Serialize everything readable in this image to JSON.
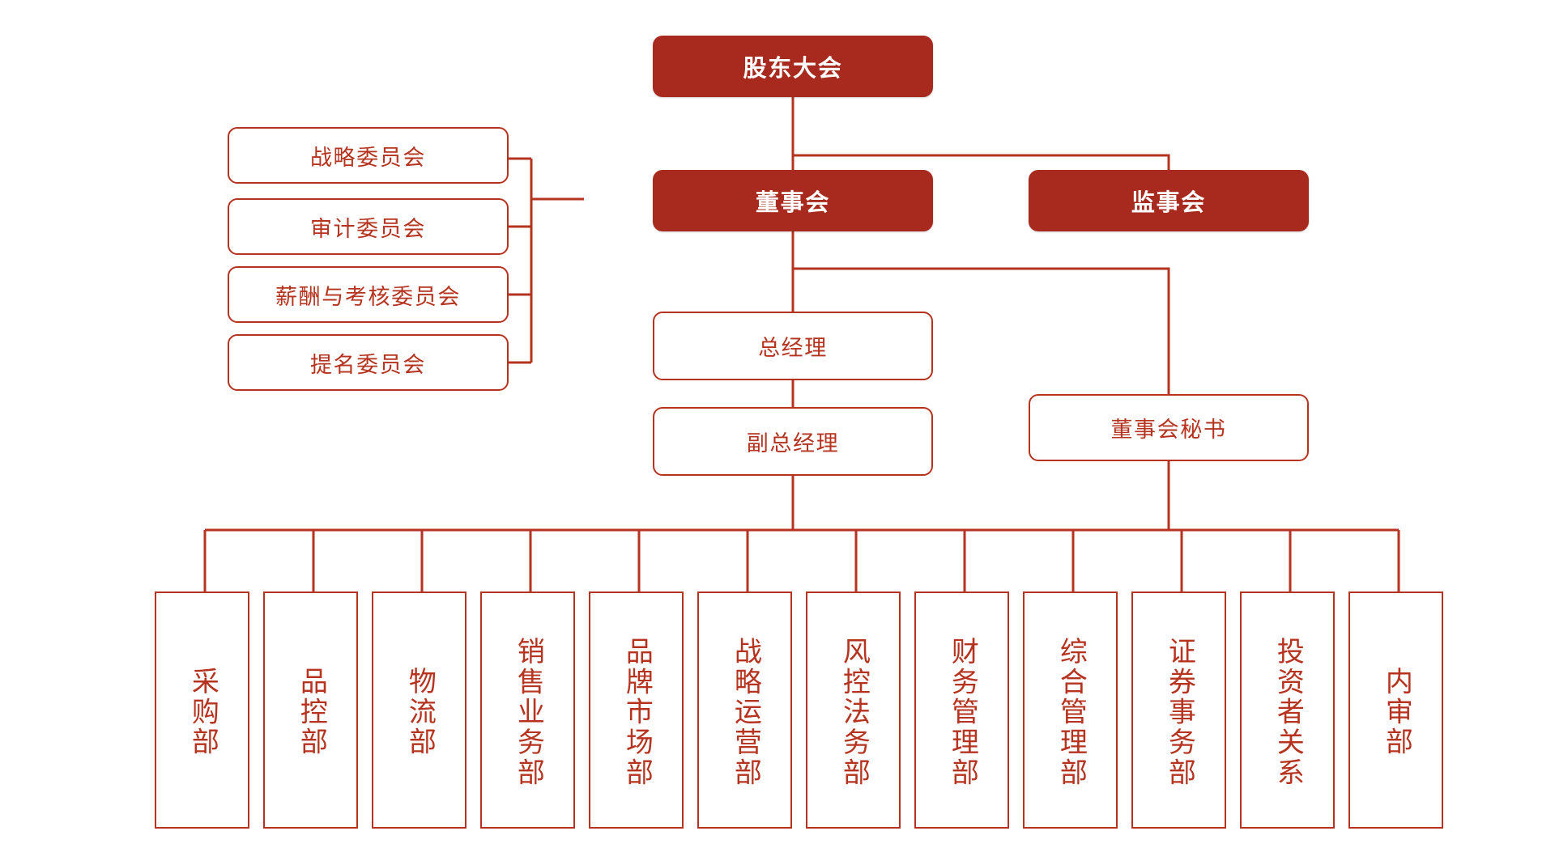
{
  "meta": {
    "title": "公司组织架构图",
    "colors": {
      "primary_fill": "#a82a1e",
      "line": "#b5331f",
      "text_on_fill": "#ffffff",
      "text_outline": "#b5331f",
      "background": "#ffffff"
    }
  },
  "nodes": {
    "shareholders_meeting": {
      "label": "股东大会",
      "style": "filled"
    },
    "board_of_directors": {
      "label": "董事会",
      "style": "filled"
    },
    "board_of_supervisors": {
      "label": "监事会",
      "style": "filled"
    },
    "general_manager": {
      "label": "总经理",
      "style": "outlined"
    },
    "deputy_general_manager": {
      "label": "副总经理",
      "style": "outlined"
    },
    "board_secretary": {
      "label": "董事会秘书",
      "style": "outlined"
    }
  },
  "committees": [
    {
      "label": "战略委员会"
    },
    {
      "label": "审计委员会"
    },
    {
      "label": "薪酬与考核委员会"
    },
    {
      "label": "提名委员会"
    }
  ],
  "departments": [
    {
      "label": "采购部"
    },
    {
      "label": "品控部"
    },
    {
      "label": "物流部"
    },
    {
      "label": "销售业务部"
    },
    {
      "label": "品牌市场部"
    },
    {
      "label": "战略运营部"
    },
    {
      "label": "风控法务部"
    },
    {
      "label": "财务管理部"
    },
    {
      "label": "综合管理部"
    },
    {
      "label": "证券事务部"
    },
    {
      "label": "投资者关系"
    },
    {
      "label": "内审部"
    }
  ]
}
